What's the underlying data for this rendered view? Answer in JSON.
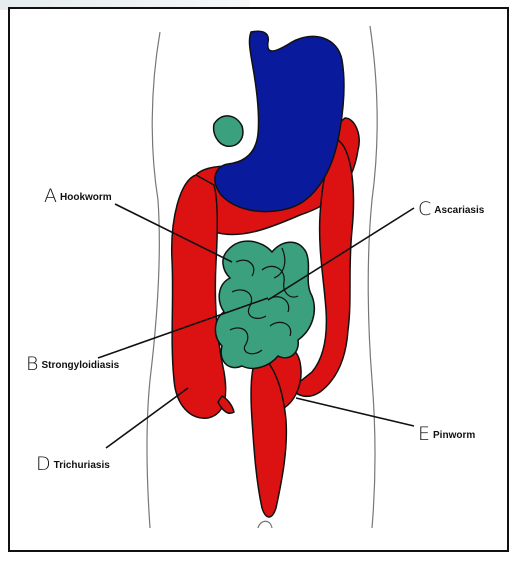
{
  "labels": [
    {
      "letter": "A",
      "name": "Hookworm"
    },
    {
      "letter": "B",
      "name": "Strongyloidiasis"
    },
    {
      "letter": "C",
      "name": "Ascariasis"
    },
    {
      "letter": "D",
      "name": "Trichuriasis"
    },
    {
      "letter": "E",
      "name": "Pinworm"
    }
  ],
  "colors": {
    "stomach": "#0a1a9c",
    "large_intestine": "#dc1212",
    "small_intestine": "#3aa07e",
    "outline": "#111111"
  }
}
